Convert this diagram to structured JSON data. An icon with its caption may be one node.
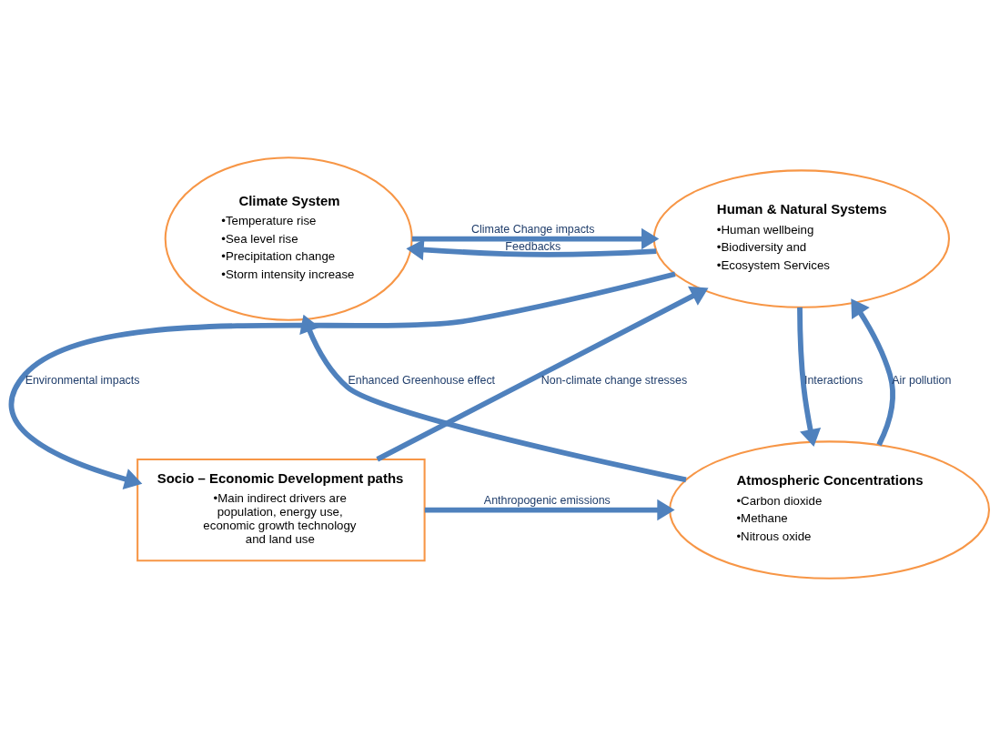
{
  "diagram": {
    "nodes": [
      {
        "text": [
          "Climate System",
          "•Temperature rise",
          "•Sea level rise",
          "•Precipitation change",
          "•Storm intensity increase"
        ]
      },
      {
        "text": [
          "Human & Natural Systems",
          "•Human wellbeing",
          "•Biodiversity and",
          "•Ecosystem Services"
        ]
      },
      {
        "text": [
          "Atmospheric Concentrations",
          "•Carbon dioxide",
          "•Methane",
          "•Nitrous oxide"
        ]
      },
      {
        "text": [
          "Socio – Economic Development paths",
          "•Main indirect drivers are population, energy use, economic growth technology and land use"
        ]
      }
    ],
    "edges": [
      {
        "from": 0,
        "to": 1,
        "arrow": "to",
        "label": "Climate Change impacts"
      },
      {
        "from": 1,
        "to": 0,
        "arrow": "to",
        "label": "Feedbacks"
      },
      {
        "from": 2,
        "to": 0,
        "arrow": "to",
        "label": "Enhanced Greenhouse effect"
      },
      {
        "from": 1,
        "to": 2,
        "arrow": "to",
        "label": "Interactions"
      },
      {
        "from": 2,
        "to": 1,
        "arrow": "to",
        "label": "Air pollution"
      },
      {
        "from": 1,
        "to": 3,
        "arrow": "to",
        "label": "Environmental impacts"
      },
      {
        "from": 3,
        "to": 1,
        "arrow": "to",
        "label": "Non-climate change stresses"
      },
      {
        "from": 3,
        "to": 2,
        "arrow": "to",
        "label": "Anthropogenic emissions"
      }
    ]
  }
}
